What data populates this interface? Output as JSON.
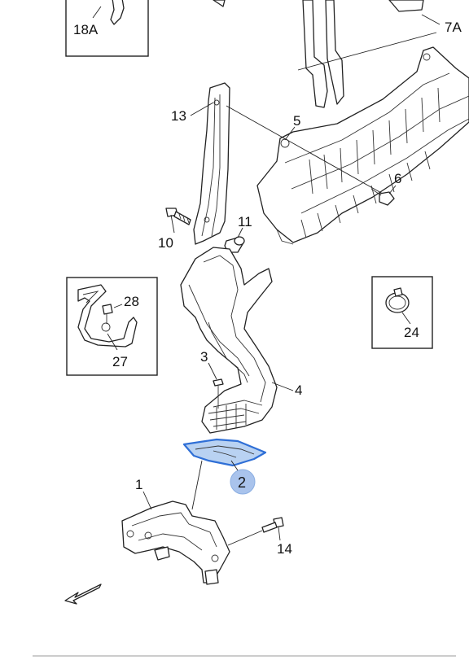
{
  "diagram": {
    "callouts": [
      {
        "id": "18A"
      },
      {
        "id": "7A"
      },
      {
        "id": "13"
      },
      {
        "id": "5"
      },
      {
        "id": "6"
      },
      {
        "id": "10"
      },
      {
        "id": "11"
      },
      {
        "id": "28"
      },
      {
        "id": "27"
      },
      {
        "id": "24"
      },
      {
        "id": "3"
      },
      {
        "id": "4"
      },
      {
        "id": "2"
      },
      {
        "id": "1"
      },
      {
        "id": "14"
      }
    ],
    "highlighted_part": "2",
    "highlight_color": "#2f6fd6",
    "highlight_fill": "#b9d2f2",
    "direction_arrow": "arrow-down-left-icon"
  }
}
